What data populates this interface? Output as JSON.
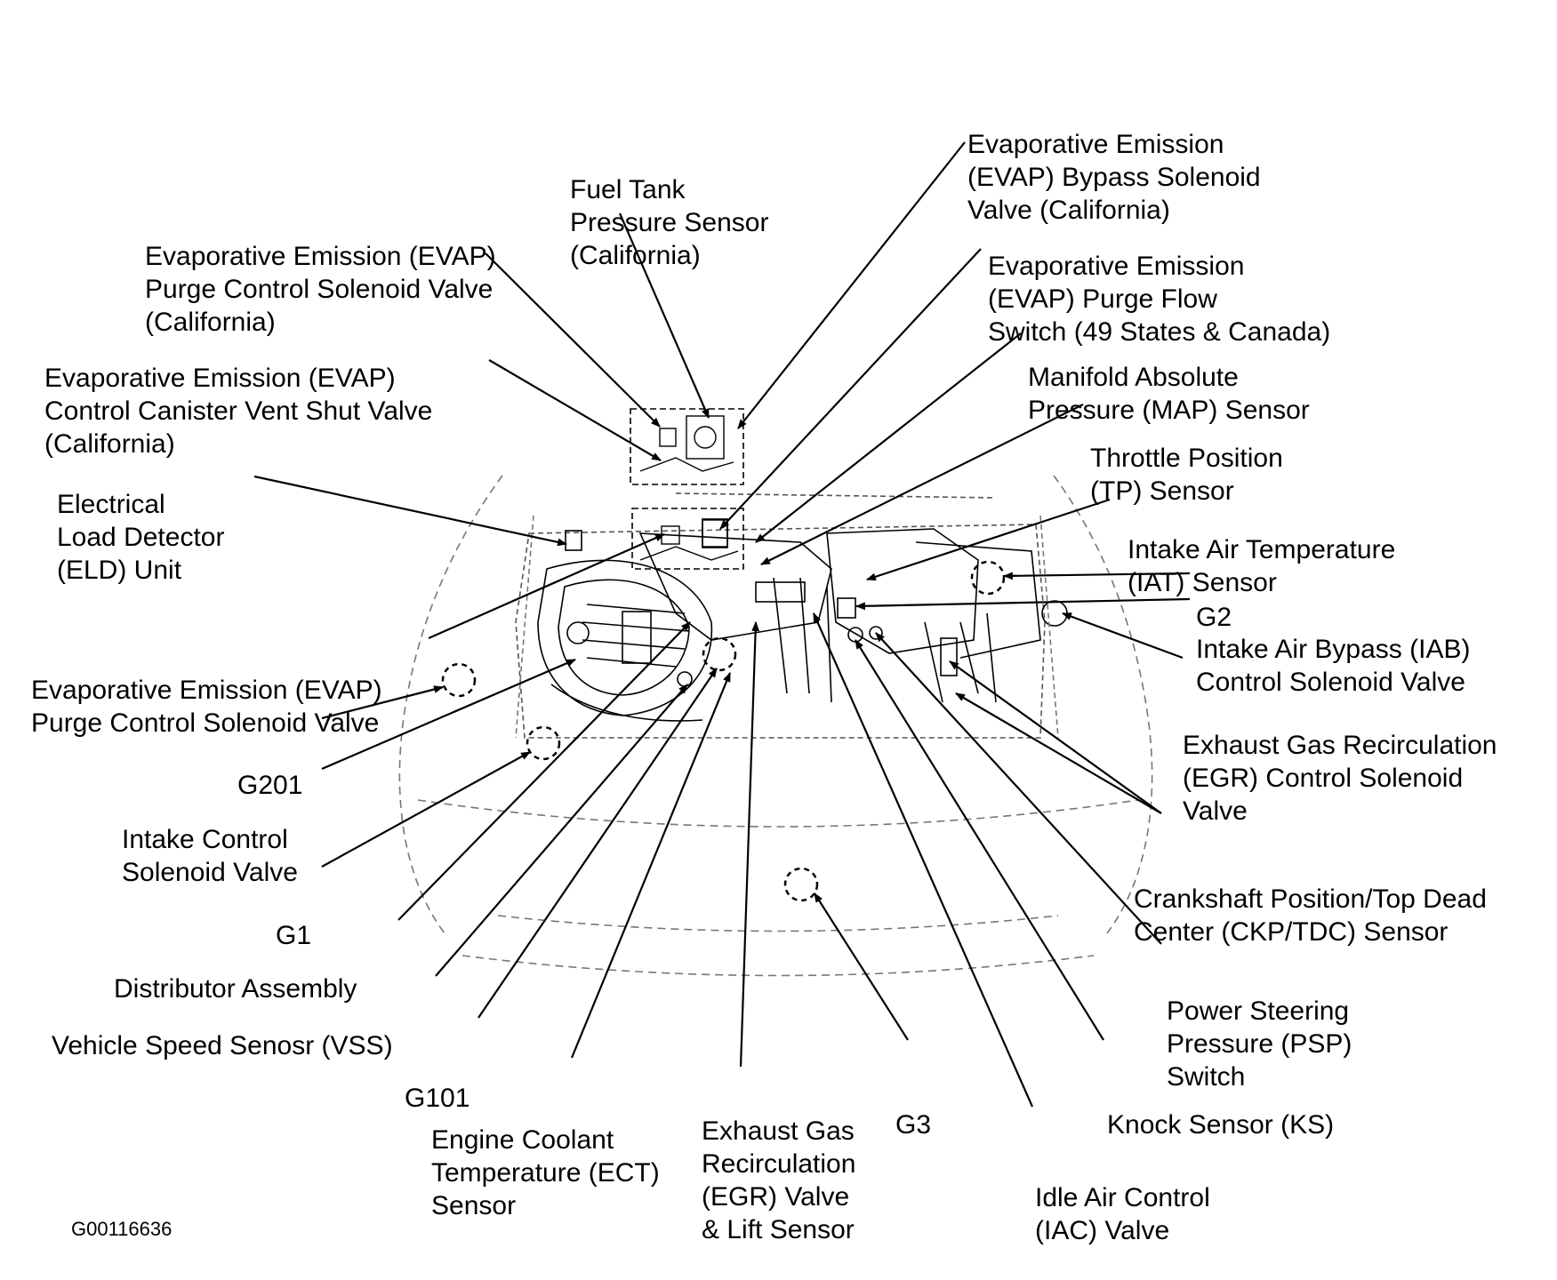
{
  "diagram": {
    "figure_id": "G00116636",
    "labels": {
      "evap_bypass_solenoid": [
        "Evaporative Emission",
        "(EVAP) Bypass Solenoid",
        "Valve (California)"
      ],
      "fuel_tank_pressure": [
        "Fuel Tank",
        "Pressure Sensor",
        "(California)"
      ],
      "evap_purge_control_ca": [
        "Evaporative Emission (EVAP)",
        "Purge Control Solenoid Valve",
        "(California)"
      ],
      "evap_purge_flow_switch": [
        "Evaporative Emission",
        "(EVAP) Purge Flow",
        "Switch (49 States & Canada)"
      ],
      "evap_canister_vent": [
        "Evaporative Emission (EVAP)",
        "Control Canister Vent Shut Valve",
        "(California)"
      ],
      "map_sensor": [
        "Manifold Absolute",
        "Pressure (MAP) Sensor"
      ],
      "tp_sensor": [
        "Throttle Position",
        "(TP) Sensor"
      ],
      "eld_unit": [
        "Electrical",
        "Load Detector",
        "(ELD) Unit"
      ],
      "iat_sensor": [
        "Intake Air Temperature",
        "(IAT) Sensor"
      ],
      "g2": [
        "G2"
      ],
      "iab_valve": [
        "Intake Air Bypass (IAB)",
        "Control Solenoid Valve"
      ],
      "evap_purge_control": [
        "Evaporative Emission (EVAP)",
        "Purge Control Solenoid Valve"
      ],
      "egr_control_solenoid": [
        "Exhaust Gas Recirculation",
        "(EGR) Control Solenoid",
        "Valve"
      ],
      "g201": [
        "G201"
      ],
      "intake_control_solenoid": [
        "Intake Control",
        "Solenoid Valve"
      ],
      "ckp_tdc_sensor": [
        "Crankshaft Position/Top Dead",
        "Center (CKP/TDC) Sensor"
      ],
      "g1": [
        "G1"
      ],
      "distributor": [
        "Distributor Assembly"
      ],
      "psp_switch": [
        "Power Steering",
        "Pressure (PSP)",
        "Switch"
      ],
      "vss": [
        "Vehicle Speed Senosr (VSS)"
      ],
      "g101": [
        "G101"
      ],
      "g3": [
        "G3"
      ],
      "knock_sensor": [
        "Knock Sensor (KS)"
      ],
      "ect_sensor": [
        "Engine Coolant",
        "Temperature (ECT)",
        "Sensor"
      ],
      "egr_valve_lift": [
        "Exhaust Gas",
        "Recirculation",
        "(EGR) Valve",
        "& Lift Sensor"
      ],
      "iac_valve": [
        "Idle Air Control",
        "(IAC) Valve"
      ]
    }
  }
}
